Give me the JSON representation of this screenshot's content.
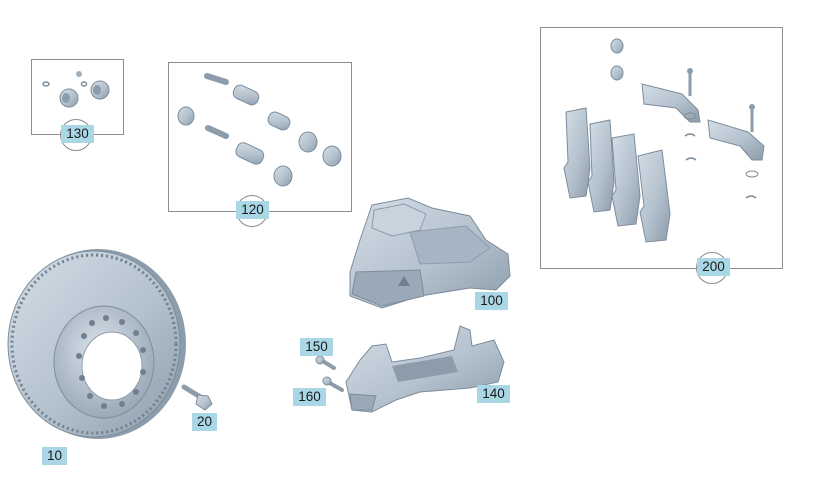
{
  "callouts": {
    "c10": "10",
    "c20": "20",
    "c100": "100",
    "c120": "120",
    "c130": "130",
    "c140": "140",
    "c150": "150",
    "c160": "160",
    "c200": "200"
  },
  "colors": {
    "callout_fill": "#a9d7e6",
    "part_fill": "#b9c6d2",
    "part_shade": "#8d9cab",
    "frame_line": "#8c8c8c"
  }
}
